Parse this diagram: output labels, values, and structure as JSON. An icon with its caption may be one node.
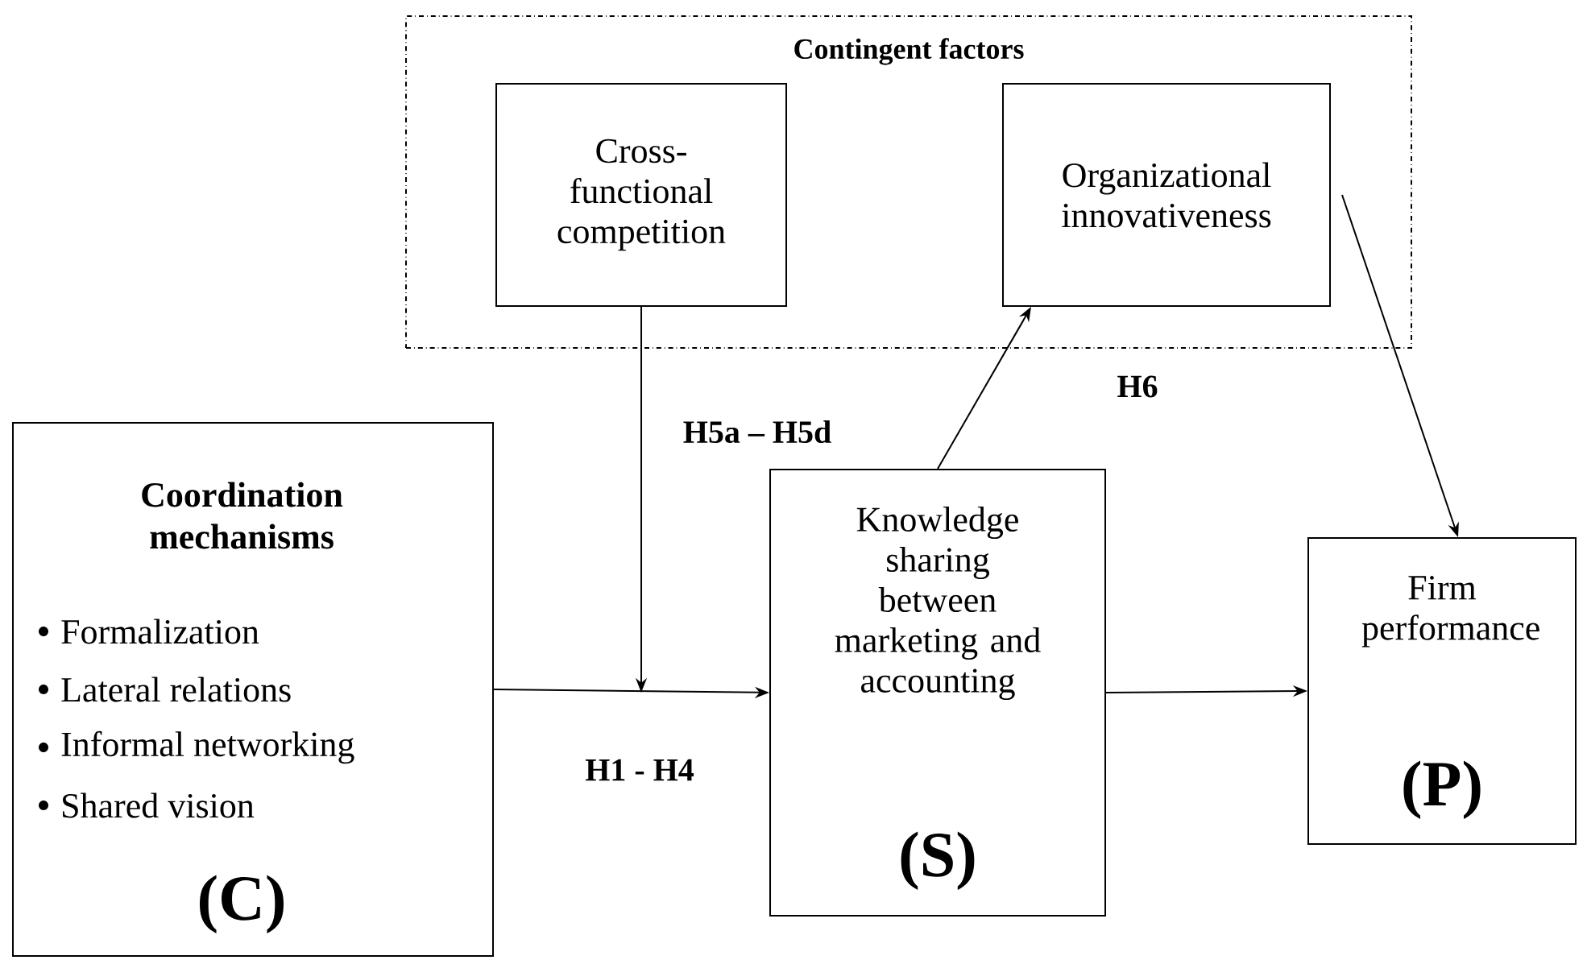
{
  "diagram": {
    "nodes": [
      {
        "text": [
          "Contingent factors"
        ]
      },
      {
        "text": [
          "Cross-functional competition"
        ],
        "in": 0
      },
      {
        "text": [
          "Organizational innovativeness"
        ],
        "in": 0
      },
      {
        "text": [
          "Coordination mechanisms",
          "Formalization",
          "Lateral relations",
          "Informal networking",
          "Shared vision",
          "(C)"
        ]
      },
      {
        "text": [
          "Knowledge sharing between marketing and accounting",
          "(S)"
        ]
      },
      {
        "text": [
          "Firm performance",
          "(P)"
        ]
      }
    ],
    "edges": [
      {
        "from": 3,
        "to": 4,
        "arrow": "to",
        "label": "H1 - H4"
      },
      {
        "from": 1,
        "to": null,
        "arrow": "to",
        "label": "H5a – H5d"
      },
      {
        "from": 4,
        "to": 2,
        "arrow": "to"
      },
      {
        "from": 2,
        "to": 5,
        "arrow": "to"
      },
      {
        "from": 4,
        "to": 5,
        "arrow": "to"
      }
    ],
    "labels": [
      "H6"
    ]
  }
}
